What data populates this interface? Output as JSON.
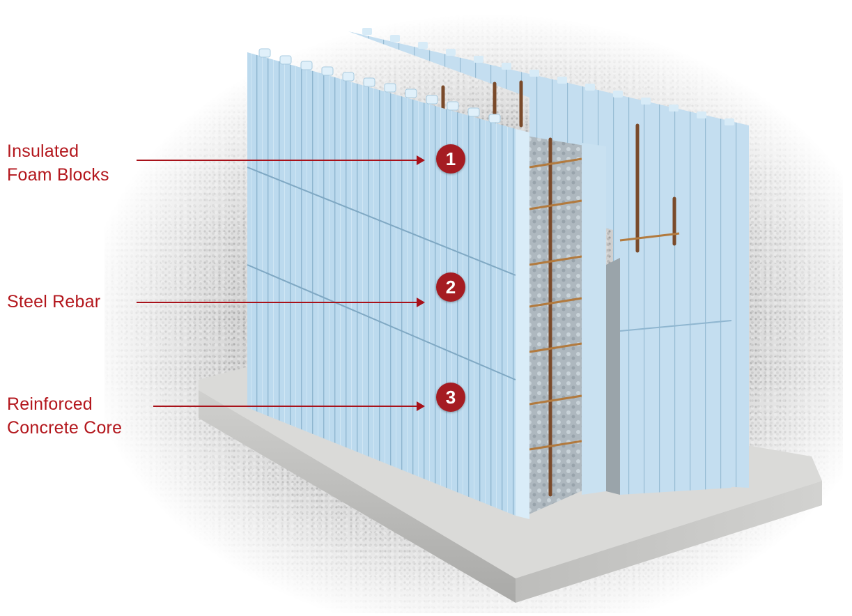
{
  "diagram": {
    "subject": "Insulated concrete form wall cutaway on concrete footing",
    "colors": {
      "label_text": "#b3161c",
      "callout_arrow": "#a8121a",
      "badge_fill": "#a51c22",
      "badge_text": "#ffffff",
      "foam": "#b9d8ec",
      "concrete": "#c6c6c4",
      "rebar": "#7a4a2a"
    },
    "callouts": [
      {
        "number": "1",
        "label_line1": "Insulated",
        "label_line2": "Foam Blocks"
      },
      {
        "number": "2",
        "label_line1": "Steel Rebar",
        "label_line2": ""
      },
      {
        "number": "3",
        "label_line1": "Reinforced",
        "label_line2": "Concrete Core"
      }
    ]
  }
}
